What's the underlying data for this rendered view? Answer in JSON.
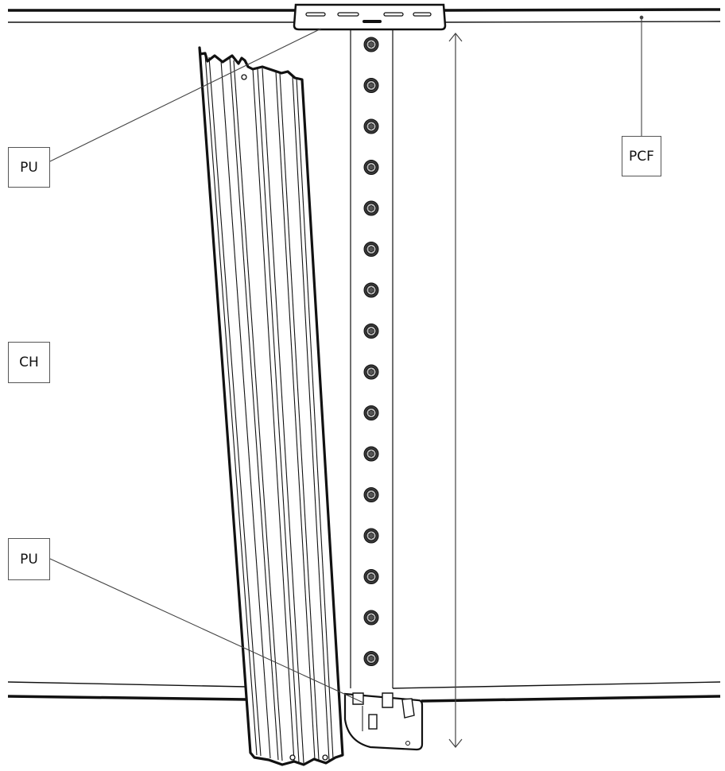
{
  "callouts": {
    "pu_top": "PU",
    "ch": "CH",
    "pu_bottom": "PU",
    "pcf": "PCF"
  },
  "fastener_count": 16,
  "colors": {
    "line": "#111111",
    "leader": "#444444",
    "background": "#ffffff"
  }
}
